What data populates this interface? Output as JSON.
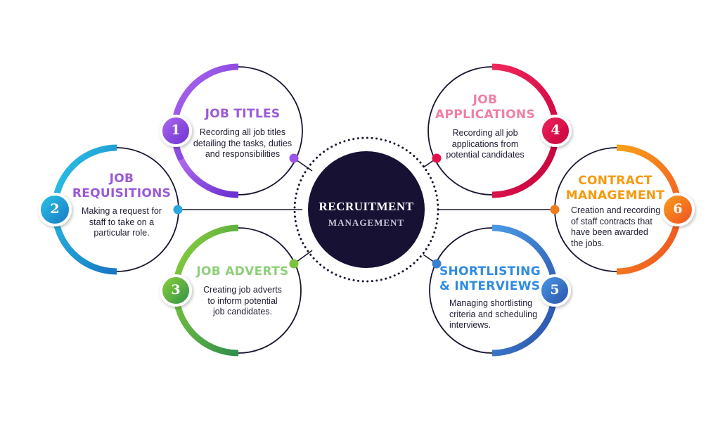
{
  "center": {
    "title": "RECRUITMENT",
    "subtitle": "MANAGEMENT"
  },
  "steps": [
    {
      "number": "1",
      "title_lines": [
        "JOB TITLES"
      ],
      "desc_lines": [
        "Recording all job titles",
        "detailing the tasks, duties",
        "and responsibilities"
      ],
      "color": "#8b4fe0",
      "title_color": "#9b59d9"
    },
    {
      "number": "2",
      "title_lines": [
        "JOB",
        "REQUISITIONS"
      ],
      "desc_lines": [
        "Making a request for",
        "staff to take on  a",
        "particular role."
      ],
      "color": "#1fa3d6",
      "title_color": "#9b59d9"
    },
    {
      "number": "3",
      "title_lines": [
        "JOB ADVERTS"
      ],
      "desc_lines": [
        "Creating job adverts",
        "to inform potential",
        "job candidates."
      ],
      "color": "#6db33f",
      "title_color": "#8fcf7a"
    },
    {
      "number": "4",
      "title_lines": [
        "JOB",
        "APPLICATIONS"
      ],
      "desc_lines": [
        "Recording all job",
        "applications from",
        "potential candidates"
      ],
      "color": "#e3124d",
      "title_color": "#f07fa6"
    },
    {
      "number": "5",
      "title_lines": [
        "SHORTLISTING",
        "& INTERVIEWS"
      ],
      "desc_lines": [
        "Managing shortlisting",
        "criteria and scheduling",
        "interviews."
      ],
      "color": "#3b7fd0",
      "title_color": "#2f8be0"
    },
    {
      "number": "6",
      "title_lines": [
        "CONTRACT",
        "MANAGEMENT"
      ],
      "desc_lines": [
        "Creation and recording",
        "of staff contracts that",
        "have been awarded",
        "the jobs."
      ],
      "color": "#f07c1c",
      "title_color": "#f59a10"
    }
  ]
}
